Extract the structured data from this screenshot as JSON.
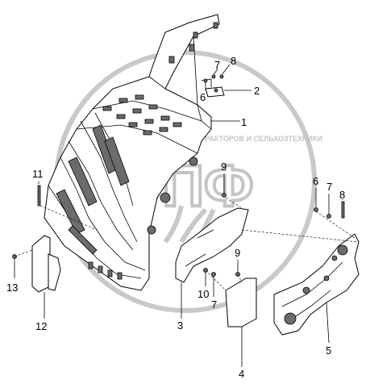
{
  "diagram": {
    "watermark_text": "ЗАПЧАСТИ ДЛЯ ТРАКТОРОВ И СЕЛЬХОЗТЕХНИКИ",
    "watermark_letters": "ЭПФ",
    "callouts": {
      "c1": "1",
      "c2": "2",
      "c3": "3",
      "c4": "4",
      "c5": "5",
      "c6a": "6",
      "c6b": "6",
      "c7a": "7",
      "c7b": "7",
      "c7c": "7",
      "c8a": "8",
      "c8b": "8",
      "c9a": "9",
      "c9b": "9",
      "c10": "10",
      "c11": "11",
      "c12": "12",
      "c13": "13"
    },
    "colors": {
      "line": "#000000",
      "watermark": "#c9c9c9",
      "shade": "#6b6b6b"
    }
  }
}
